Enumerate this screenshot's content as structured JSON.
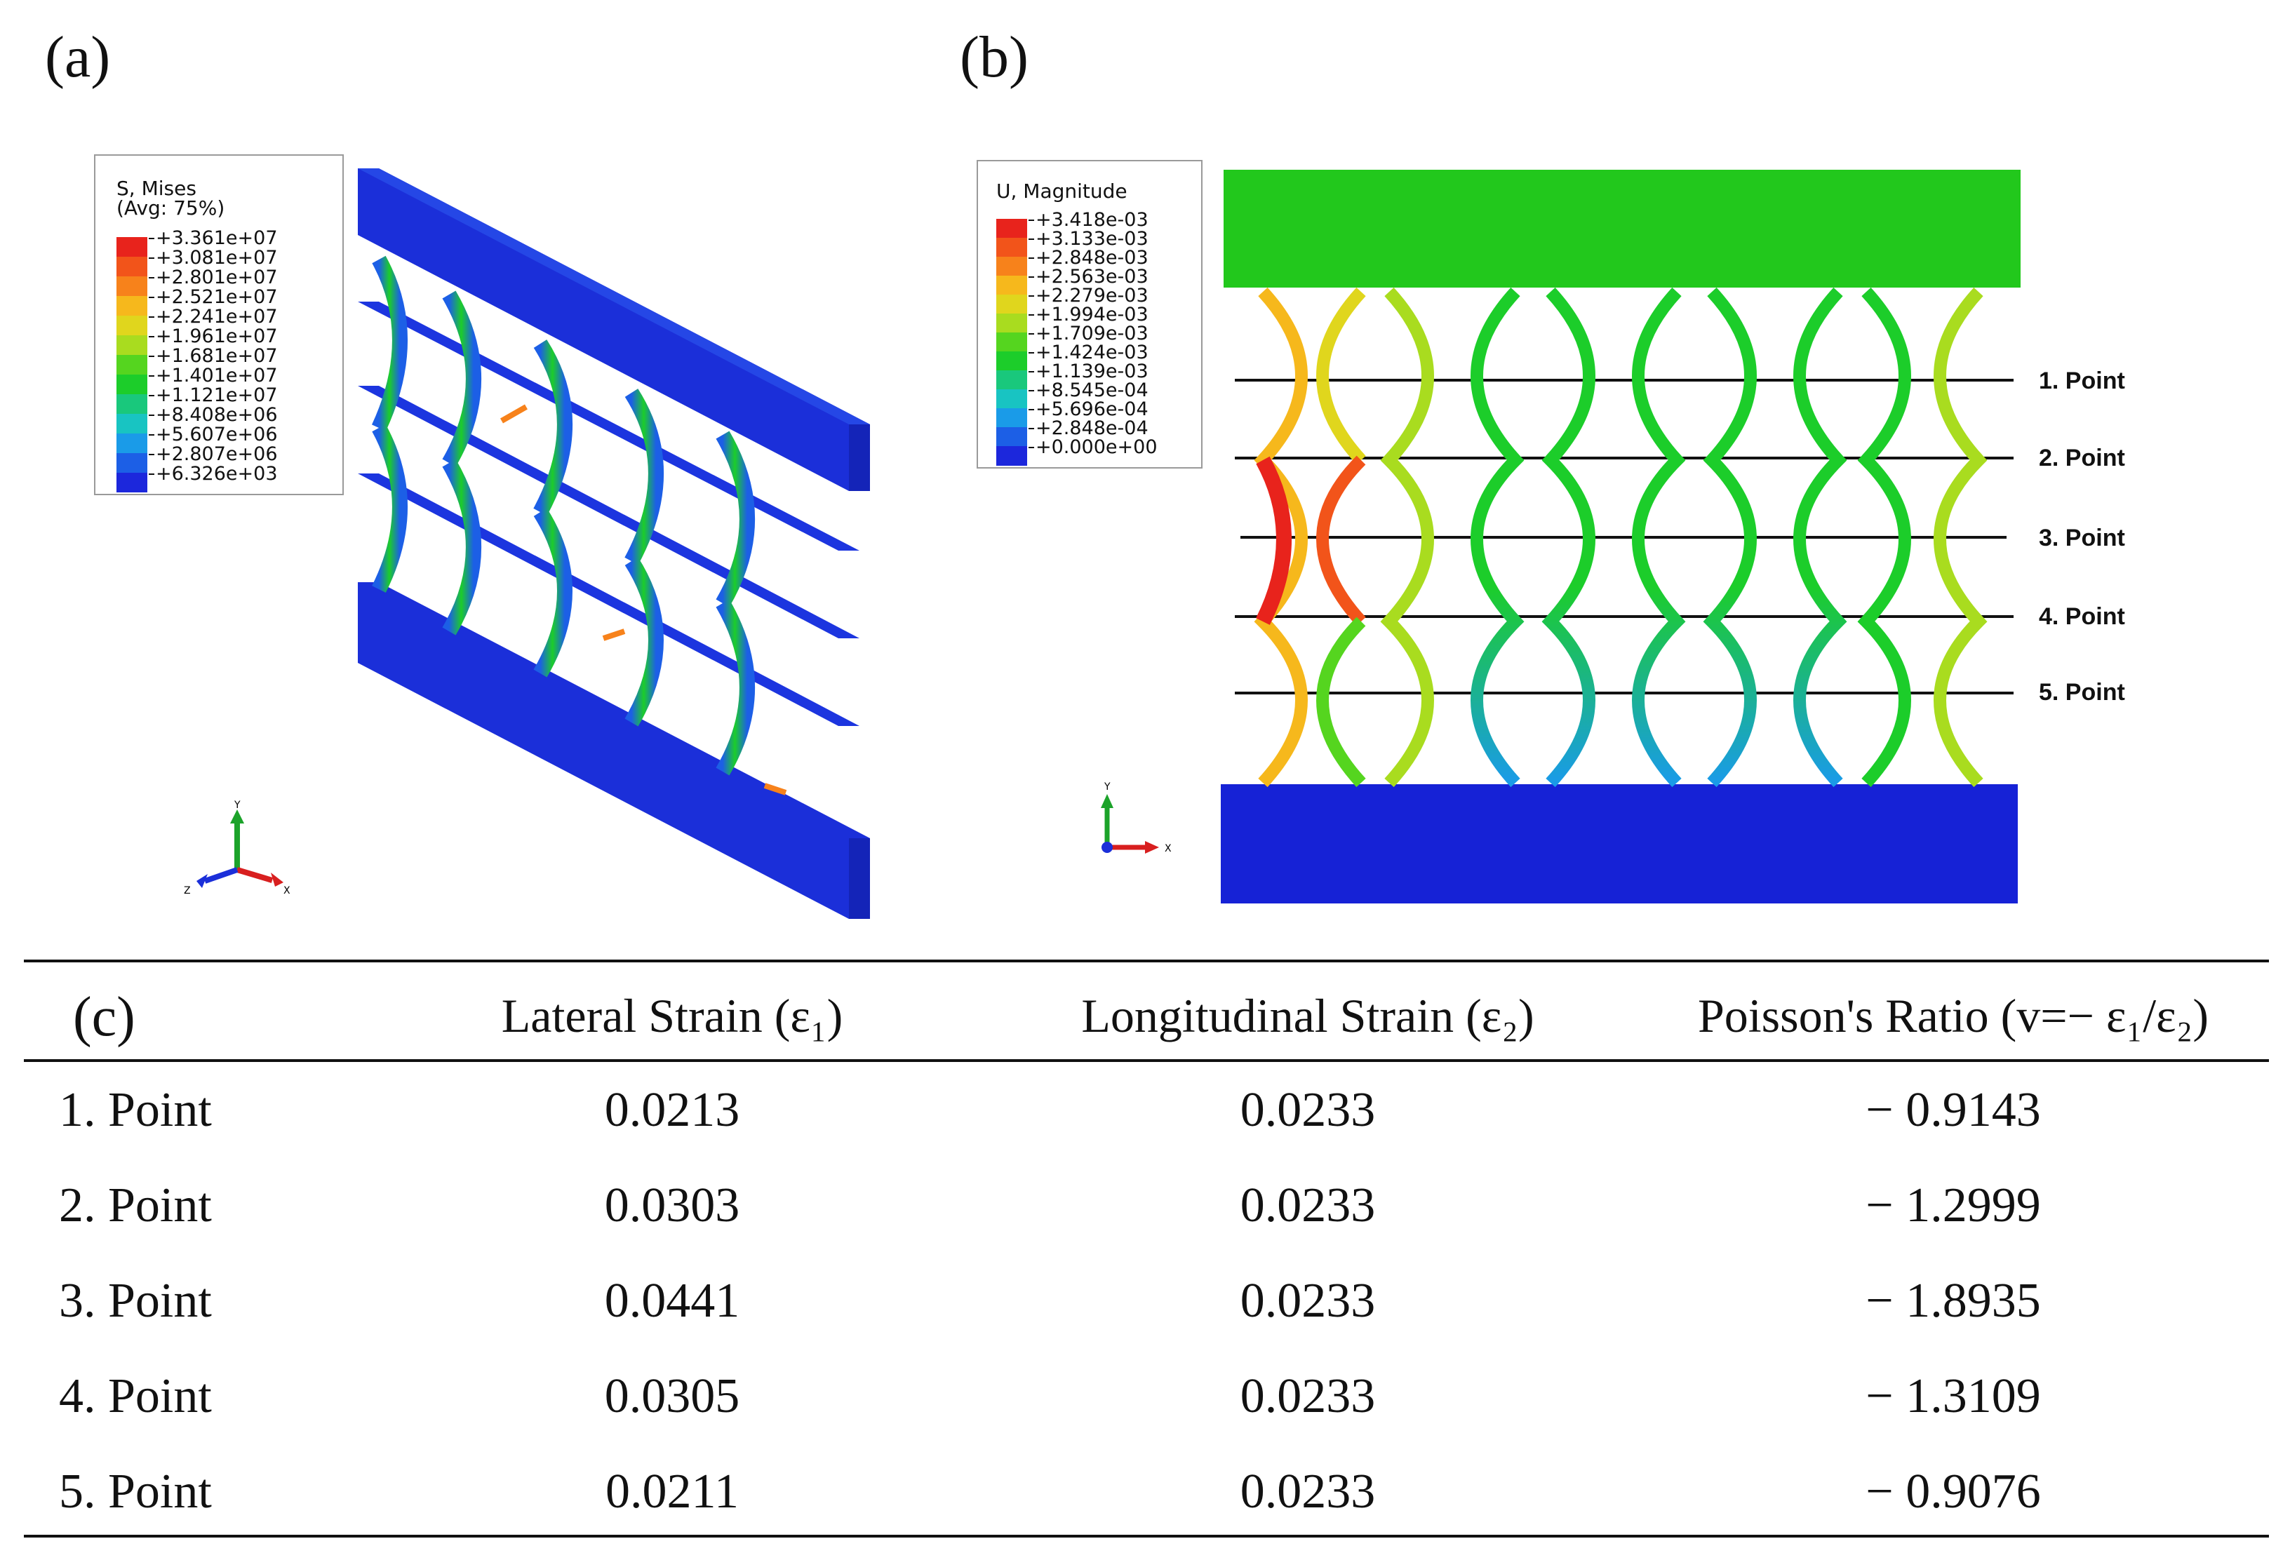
{
  "panels": {
    "a": {
      "label": "(a)"
    },
    "b": {
      "label": "(b)"
    },
    "c": {
      "label": "(c)"
    }
  },
  "legend_a": {
    "title_line1": "S, Mises",
    "title_line2": "(Avg: 75%)",
    "values": [
      "+3.361e+07",
      "+3.081e+07",
      "+2.801e+07",
      "+2.521e+07",
      "+2.241e+07",
      "+1.961e+07",
      "+1.681e+07",
      "+1.401e+07",
      "+1.121e+07",
      "+8.408e+06",
      "+5.607e+06",
      "+2.807e+06",
      "+6.326e+03"
    ],
    "colors": [
      "#e8231c",
      "#f2541a",
      "#f7821b",
      "#f6b81c",
      "#e0d61d",
      "#a9dc1f",
      "#55d51f",
      "#1ccd2a",
      "#19c87c",
      "#18c4c2",
      "#1a9be8",
      "#1c5fe6",
      "#1c27dc"
    ]
  },
  "legend_b": {
    "title": "U, Magnitude",
    "values": [
      "+3.418e-03",
      "+3.133e-03",
      "+2.848e-03",
      "+2.563e-03",
      "+2.279e-03",
      "+1.994e-03",
      "+1.709e-03",
      "+1.424e-03",
      "+1.139e-03",
      "+8.545e-04",
      "+5.696e-04",
      "+2.848e-04",
      "+0.000e+00"
    ],
    "colors": [
      "#e8231c",
      "#f2541a",
      "#f7821b",
      "#f6b81c",
      "#e0d61d",
      "#a9dc1f",
      "#55d51f",
      "#1ccd2a",
      "#19c87c",
      "#18c4c2",
      "#1a9be8",
      "#1c5fe6",
      "#1c27dc"
    ]
  },
  "axes_a": {
    "y": "Y",
    "x": "X",
    "z": "Z"
  },
  "axes_b": {
    "y": "Y",
    "x": "X"
  },
  "points_b": [
    "1. Point",
    "2. Point",
    "3. Point",
    "4. Point",
    "5. Point"
  ],
  "table": {
    "headers": [
      "(c)",
      "Lateral Strain (ε₁)",
      "Longitudinal Strain (ε₂)",
      "Poisson's Ratio (v=− ε₁/ε₂)"
    ],
    "rows": [
      {
        "point": "1. Point",
        "lateral": "0.0213",
        "longitudinal": "0.0233",
        "poisson": "− 0.9143"
      },
      {
        "point": "2. Point",
        "lateral": "0.0303",
        "longitudinal": "0.0233",
        "poisson": "− 1.2999"
      },
      {
        "point": "3. Point",
        "lateral": "0.0441",
        "longitudinal": "0.0233",
        "poisson": "− 1.8935"
      },
      {
        "point": "4. Point",
        "lateral": "0.0305",
        "longitudinal": "0.0233",
        "poisson": "− 1.3109"
      },
      {
        "point": "5. Point",
        "lateral": "0.0211",
        "longitudinal": "0.0233",
        "poisson": "− 0.9076"
      }
    ]
  }
}
